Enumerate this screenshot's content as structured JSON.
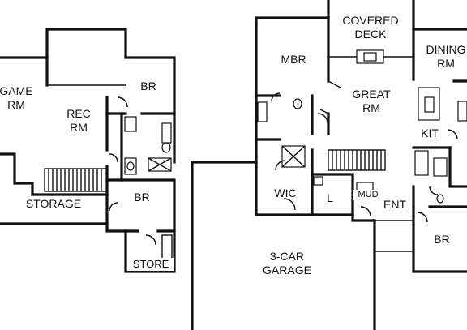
{
  "rooms": {
    "game_rm": {
      "line1": "GAME",
      "line2": "RM"
    },
    "rec_rm": {
      "line1": "REC",
      "line2": "RM"
    },
    "br_lower_top": "BR",
    "br_lower_bottom": "BR",
    "storage": "STORAGE",
    "store": "STORE",
    "mbr": "MBR",
    "covered_deck": {
      "line1": "COVERED",
      "line2": "DECK"
    },
    "dining_rm": {
      "line1": "DINING",
      "line2": "RM"
    },
    "great_rm": {
      "line1": "GREAT",
      "line2": "RM"
    },
    "kit": "KIT",
    "wic": "WIC",
    "laundry": "L",
    "mud": "MUD",
    "ent": "ENT",
    "br_main": "BR",
    "garage": {
      "line1": "3-CAR",
      "line2": "GARAGE"
    }
  }
}
